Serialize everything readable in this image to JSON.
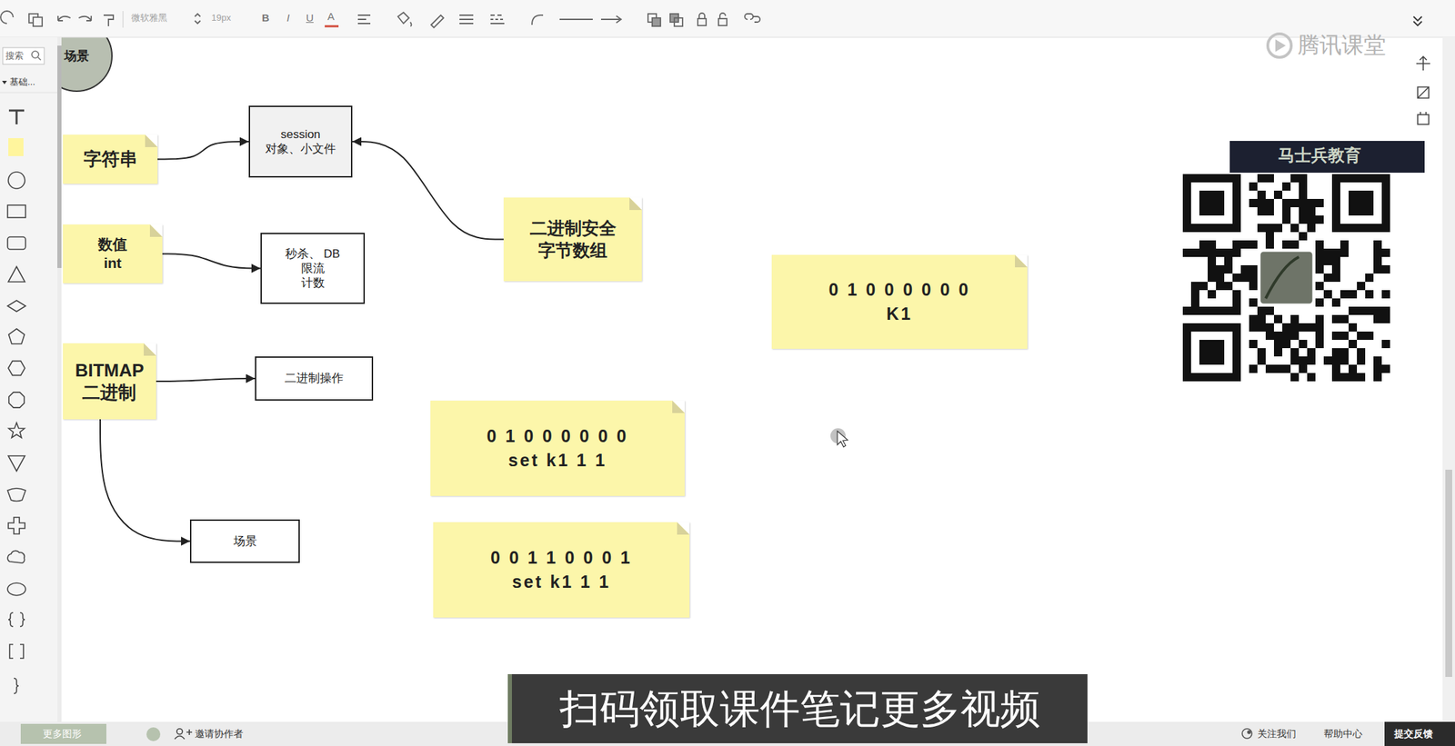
{
  "diagram": {
    "nodes": [
      {
        "text": [
          "场景"
        ]
      },
      {
        "text": [
          "字符串"
        ]
      },
      {
        "text": [
          "session 对象、小文件"
        ]
      },
      {
        "text": [
          "二进制安全 字节数组"
        ]
      },
      {
        "text": [
          "数值 int"
        ]
      },
      {
        "text": [
          "秒杀、 DB 限流 计数"
        ]
      },
      {
        "text": [
          "BITMAP 二进制"
        ]
      },
      {
        "text": [
          "二进制操作"
        ]
      },
      {
        "text": [
          "场景"
        ]
      },
      {
        "text": [
          "0 1 0 0 0 0 0 0",
          "K1"
        ]
      },
      {
        "text": [
          "0 1 0 0 0 0 0 0",
          "set k1 1 1"
        ]
      },
      {
        "text": [
          "0 0 1 1 0 0 0 1",
          "set k1 1 1"
        ]
      }
    ],
    "edges": [
      {
        "from": 1,
        "to": 2,
        "arrow": "to"
      },
      {
        "from": 3,
        "to": 2,
        "arrow": "to"
      },
      {
        "from": 4,
        "to": 5,
        "arrow": "to"
      },
      {
        "from": 6,
        "to": 7,
        "arrow": "to"
      },
      {
        "from": 6,
        "to": 8,
        "arrow": "to"
      }
    ],
    "labels": [
      "微软雅黑",
      "19px",
      "B",
      "I",
      "U",
      "A",
      "搜索",
      "基础...",
      "腾讯课堂",
      "马士兵教育",
      "更多图形",
      "邀请协作者",
      "关注我们",
      "帮助中心",
      "提交反馈",
      "扫码领取课件笔记更多视频"
    ]
  }
}
